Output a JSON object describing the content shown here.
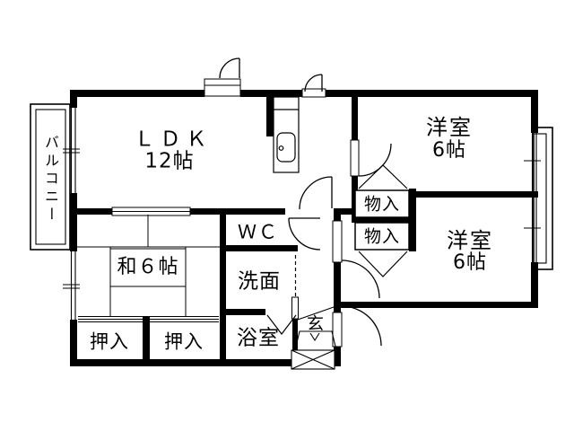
{
  "floor_plan": {
    "type": "apartment-madori",
    "rooms": {
      "balcony": {
        "label": "バルコニー"
      },
      "ldk": {
        "label": "ＬＤＫ",
        "size": "12帖"
      },
      "western_room_1": {
        "label": "洋室",
        "size": "6帖"
      },
      "western_room_2": {
        "label": "洋室",
        "size": "6帖"
      },
      "japanese_room": {
        "label": "和６帖"
      },
      "wc": {
        "label": "ＷＣ"
      },
      "washroom": {
        "label": "洗面"
      },
      "bathroom": {
        "label": "浴室"
      },
      "entrance": {
        "label": "玄"
      },
      "storage_1": {
        "label": "物入"
      },
      "storage_2": {
        "label": "物入"
      },
      "closet_1": {
        "label": "押入"
      },
      "closet_2": {
        "label": "押入"
      }
    },
    "colors": {
      "wall": "#000000",
      "line": "#000000",
      "background": "#ffffff"
    }
  }
}
